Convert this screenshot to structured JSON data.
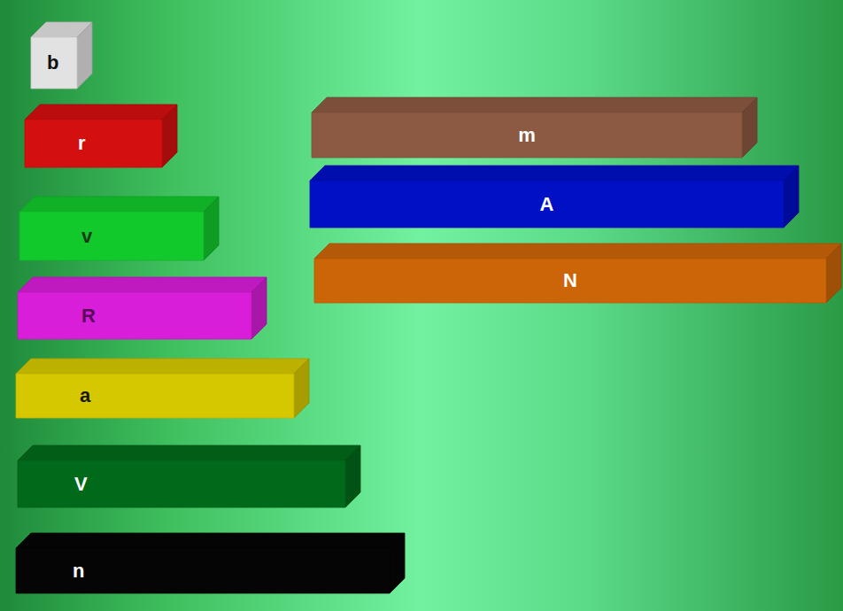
{
  "diagram": {
    "nodes": [
      {
        "text": [
          "b"
        ]
      },
      {
        "text": [
          "r"
        ]
      },
      {
        "text": [
          "m"
        ]
      },
      {
        "text": [
          "v"
        ]
      },
      {
        "text": [
          "A"
        ]
      },
      {
        "text": [
          "N"
        ]
      },
      {
        "text": [
          "R"
        ]
      },
      {
        "text": [
          "a"
        ]
      },
      {
        "text": [
          "V"
        ]
      },
      {
        "text": [
          "n"
        ]
      }
    ]
  }
}
